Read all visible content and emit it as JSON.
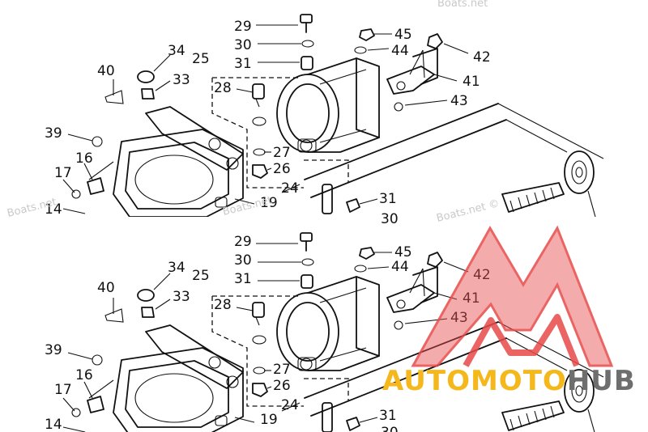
{
  "callouts": {
    "p29": "29",
    "p30": "30",
    "p31": "31",
    "p45": "45",
    "p44": "44",
    "p42": "42",
    "p41": "41",
    "p43": "43",
    "p34": "34",
    "p25": "25",
    "p40": "40",
    "p33": "33",
    "p28": "28",
    "p39": "39",
    "p16": "16",
    "p17": "17",
    "p14": "14",
    "p27": "27",
    "p26": "26",
    "p24": "24",
    "p19": "19",
    "p31b": "31",
    "p30b": "30"
  },
  "watermarks": {
    "site": "Boats.net",
    "site_corner": "Boats.net ©"
  },
  "logo": {
    "brand_accent": "AUTOMOTO",
    "brand_dark": "HUB",
    "accent_color": "#f5b81c",
    "dark_color": "#6e6e6e",
    "mark_color": "#e84a4a"
  }
}
